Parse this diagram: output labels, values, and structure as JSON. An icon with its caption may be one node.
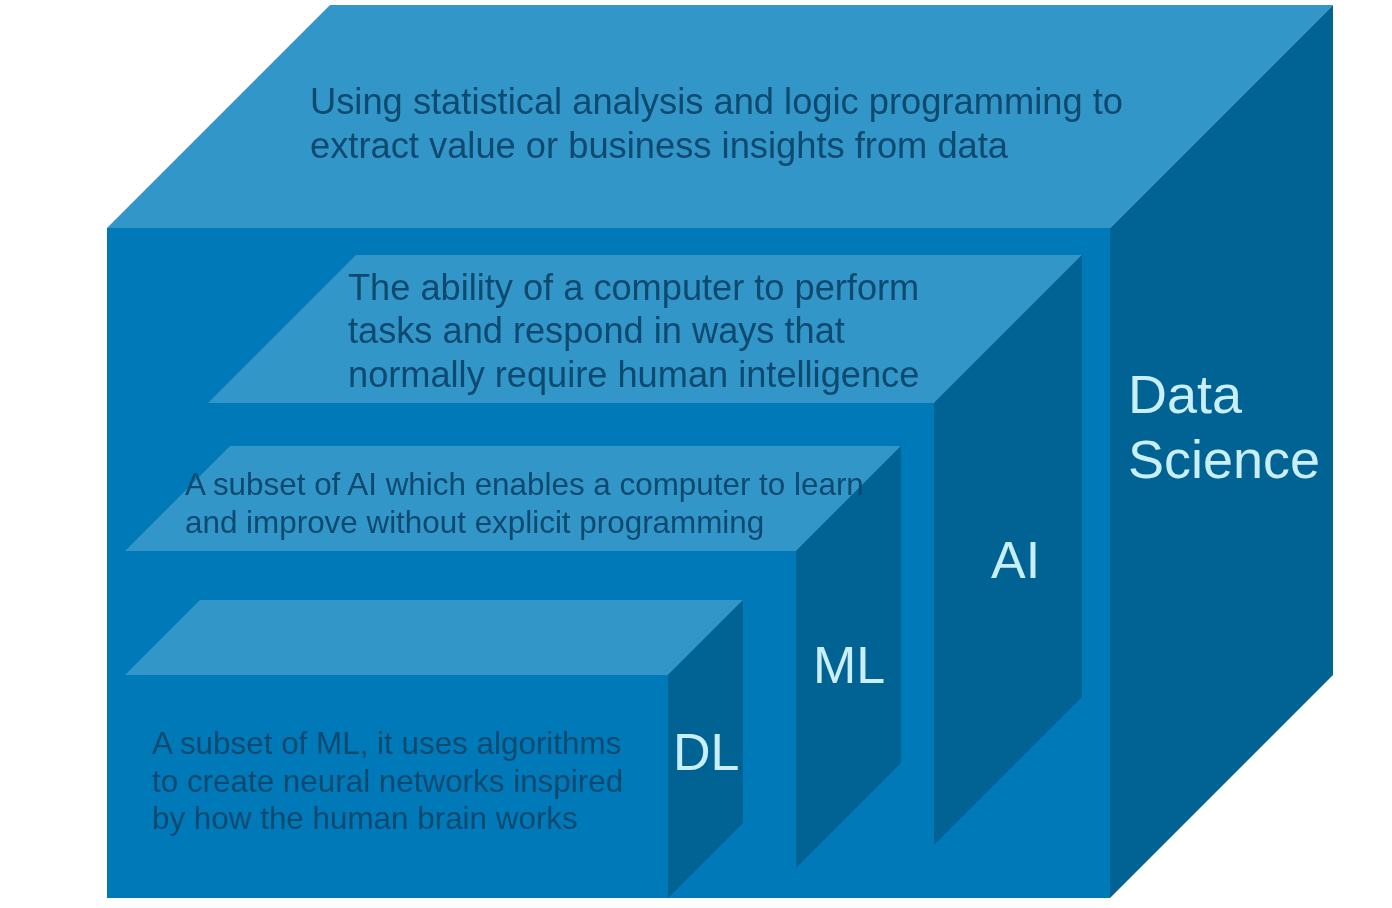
{
  "diagram": {
    "nodes": [
      {
        "text": [
          "Using statistical analysis and logic programming to extract value or business insights from data",
          "Data Science"
        ]
      },
      {
        "text": [
          "The ability of a computer to perform tasks and respond in ways that normally require human intelligence",
          "AI"
        ],
        "in": 0
      },
      {
        "text": [
          "A subset of AI which enables a computer to learn and improve without explicit programming",
          "ML"
        ],
        "in": 0
      },
      {
        "text": [
          "A subset of ML, it uses algorithms to create neural networks inspired by how the human brain works",
          "DL"
        ],
        "in": 0
      }
    ]
  }
}
